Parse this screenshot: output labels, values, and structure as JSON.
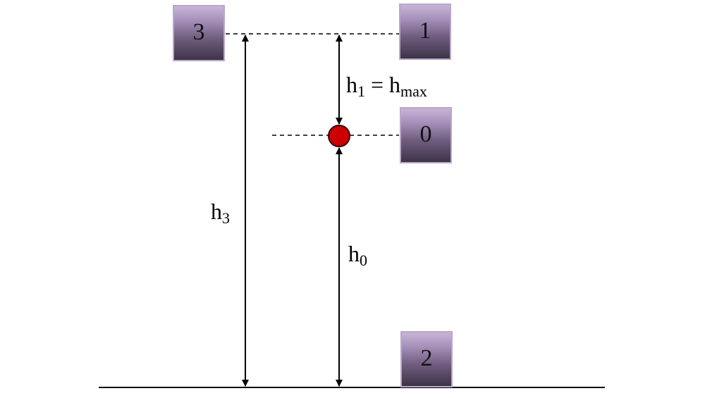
{
  "diagram": {
    "levels": [
      {
        "id": "3",
        "label": "3"
      },
      {
        "id": "1",
        "label": "1"
      },
      {
        "id": "0",
        "label": "0"
      },
      {
        "id": "2",
        "label": "2"
      }
    ],
    "labels": {
      "h1": {
        "base": "h",
        "sub": "1",
        "suffix_base": " = h",
        "suffix_sub": "max"
      },
      "h3": {
        "base": "h",
        "sub": "3"
      },
      "h0": {
        "base": "h",
        "sub": "0"
      }
    },
    "colors": {
      "ball": "#cc0000",
      "box_light": "#c7b5d7",
      "box_dark": "#3d3448",
      "line": "#000000"
    }
  }
}
